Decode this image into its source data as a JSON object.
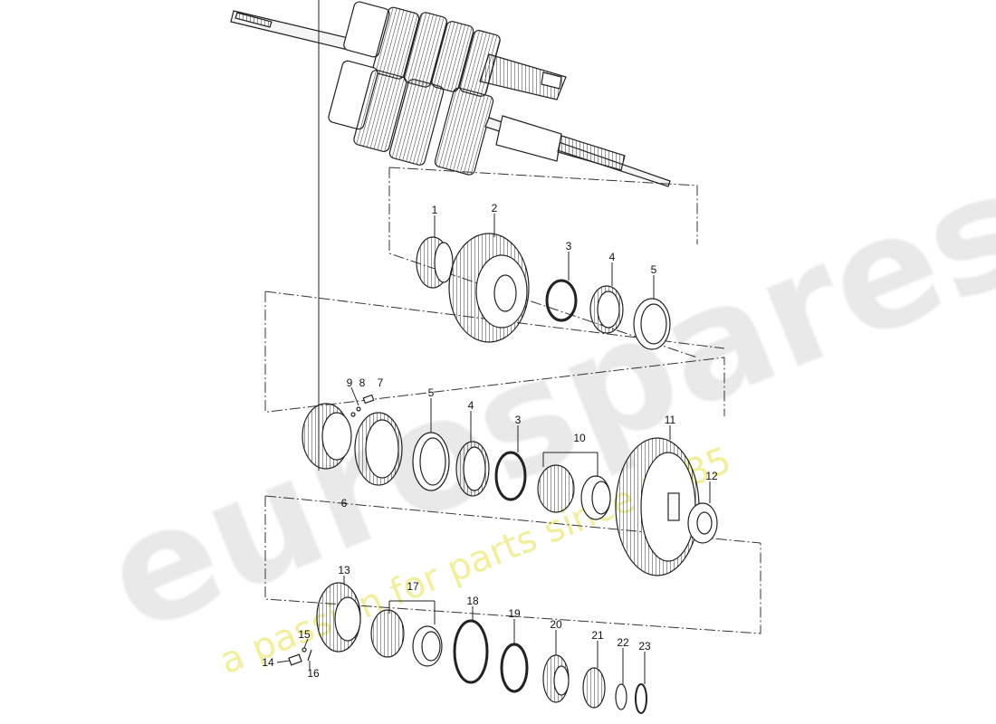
{
  "watermark": {
    "brand": "eurospares",
    "tagline": "a passion for parts since 1985"
  },
  "callouts": [
    "1",
    "2",
    "3",
    "4",
    "5",
    "5",
    "4",
    "3",
    "9",
    "8",
    "7",
    "6",
    "10",
    "11",
    "12",
    "13",
    "17",
    "18",
    "19",
    "20",
    "21",
    "22",
    "23",
    "14",
    "15",
    "16"
  ],
  "colors": {
    "line": "#222222",
    "watermark_brand": "#e9e9e9",
    "watermark_tagline": "#f2ef9a"
  }
}
